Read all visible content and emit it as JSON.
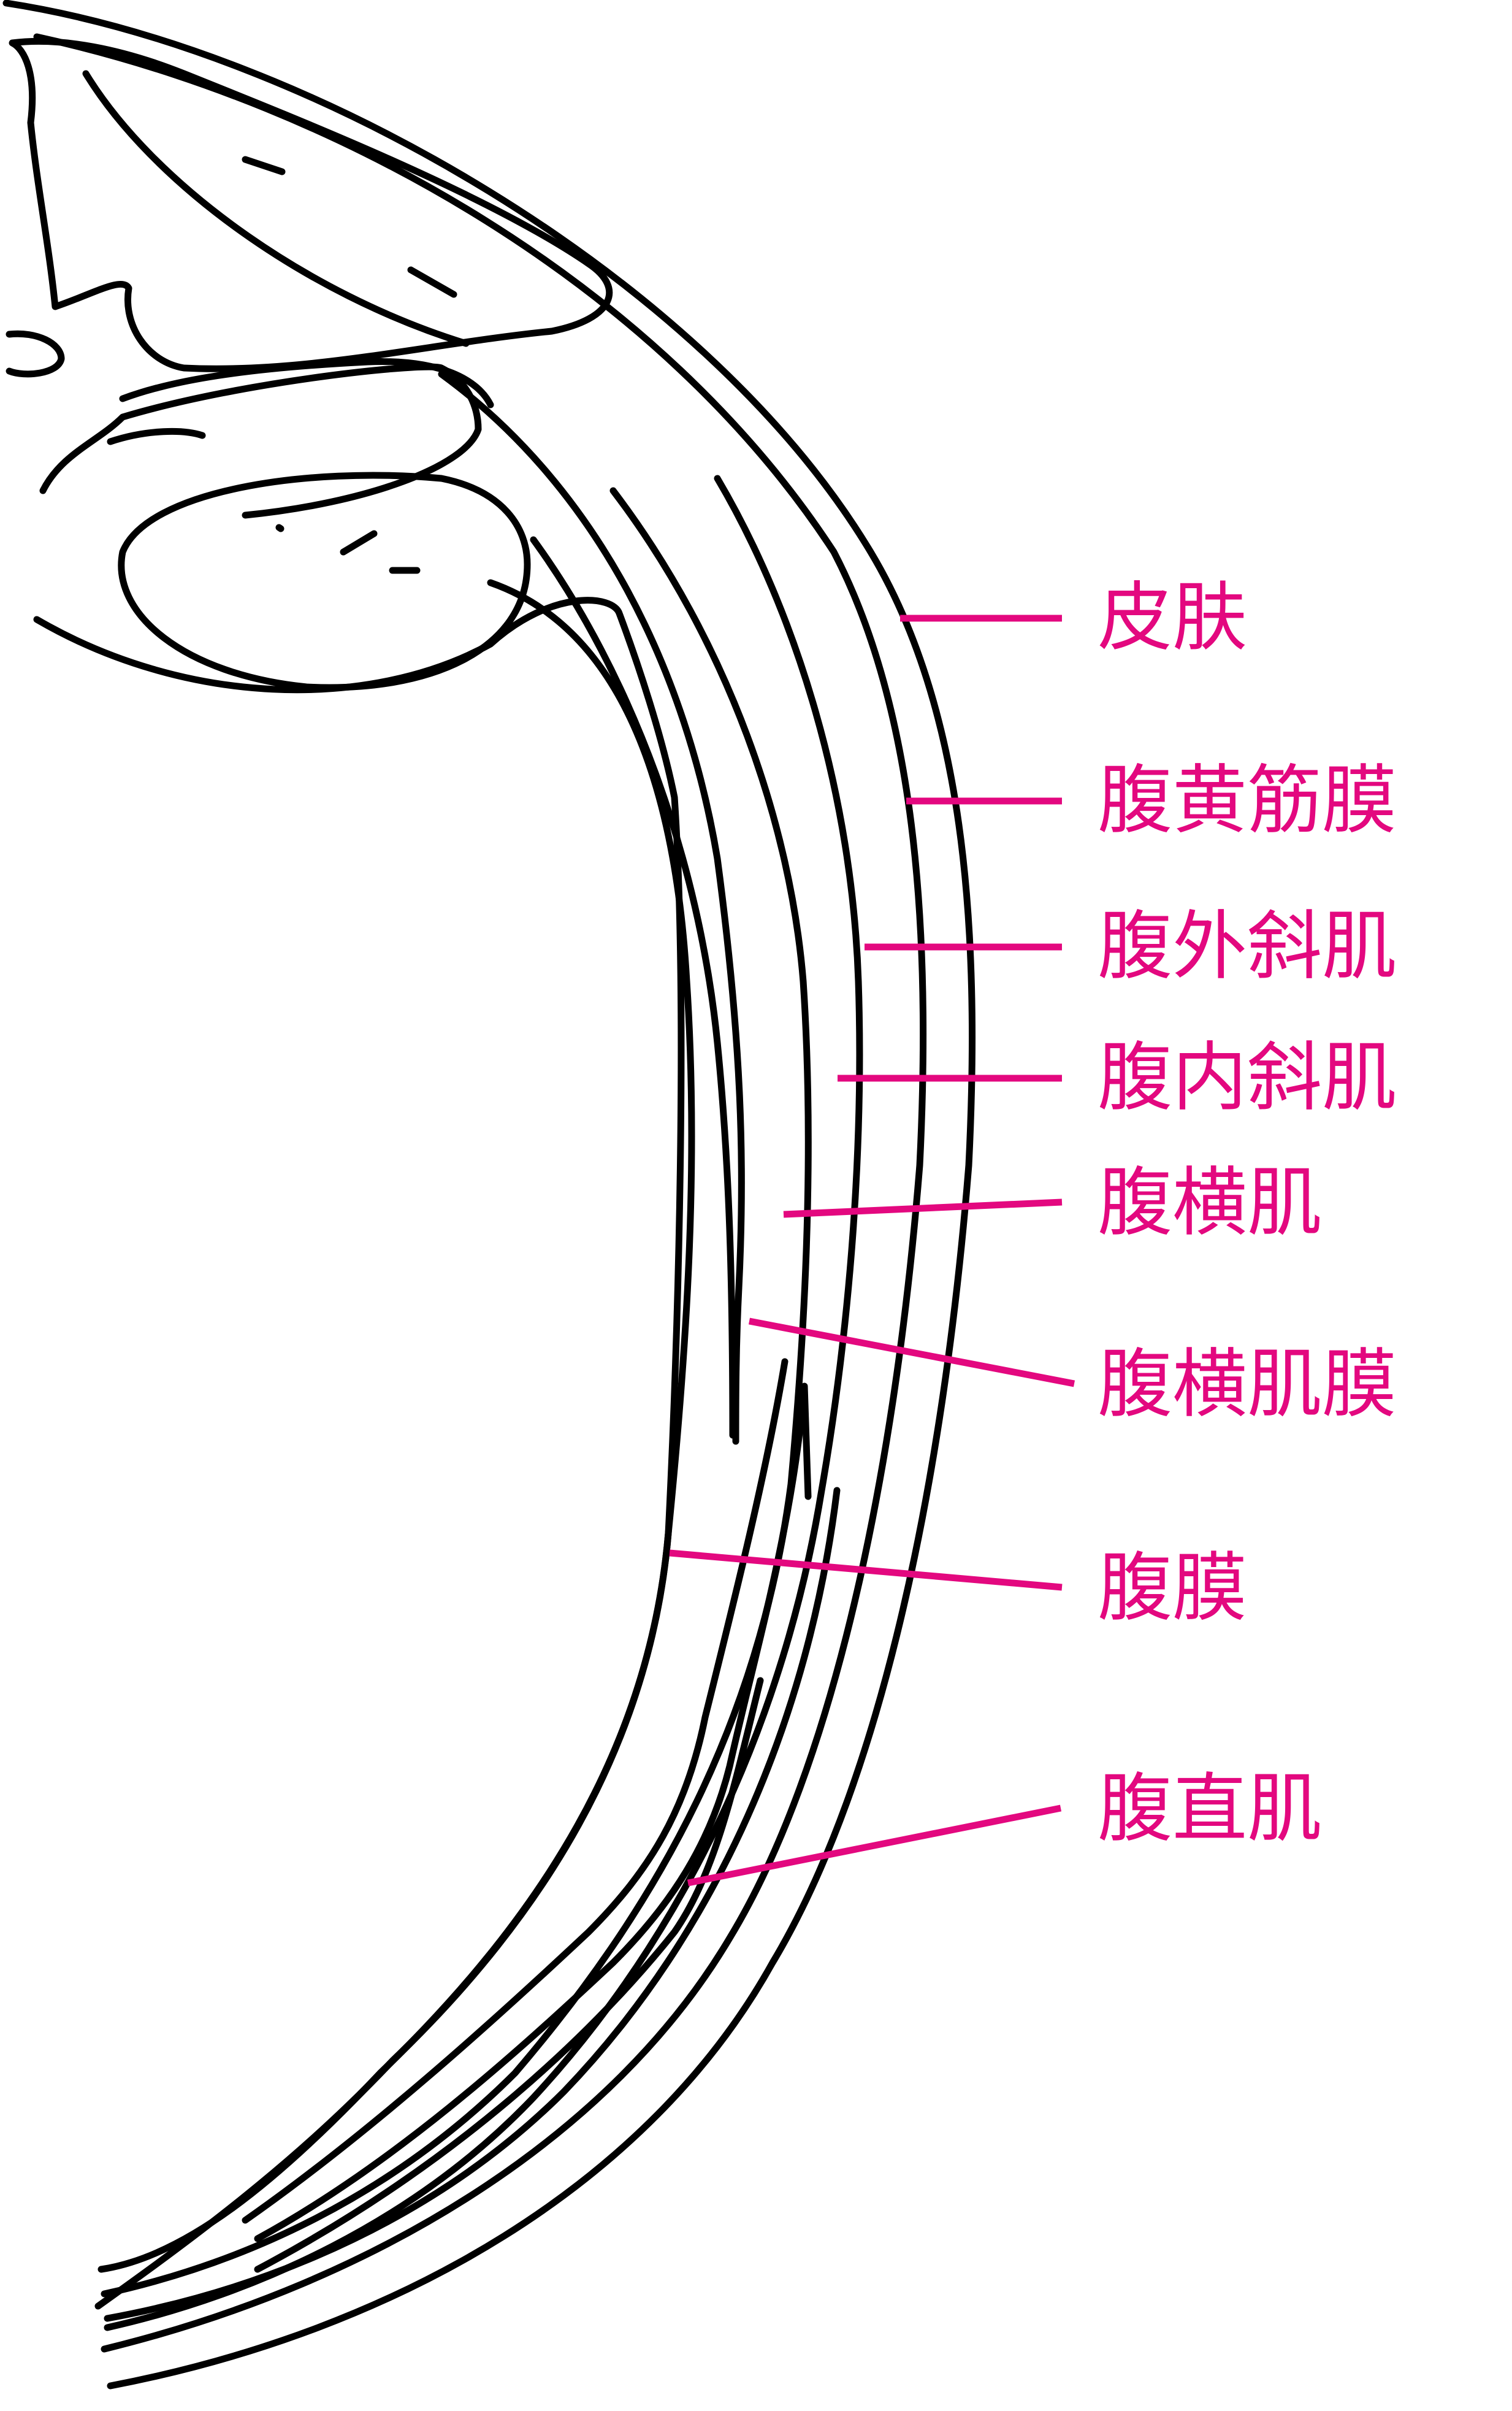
{
  "diagram": {
    "label_color": "#e3087f",
    "line_color": "#000000",
    "labels": [
      {
        "id": "skin",
        "text": "皮肤"
      },
      {
        "id": "camper-fascia",
        "text": "腹黄筋膜"
      },
      {
        "id": "external-oblique",
        "text": "腹外斜肌"
      },
      {
        "id": "internal-oblique",
        "text": "腹内斜肌"
      },
      {
        "id": "transversus-abdominis",
        "text": "腹横肌"
      },
      {
        "id": "transversalis-fascia",
        "text": "腹横肌膜"
      },
      {
        "id": "peritoneum",
        "text": "腹膜"
      },
      {
        "id": "rectus-abdominis",
        "text": "腹直肌"
      }
    ]
  }
}
